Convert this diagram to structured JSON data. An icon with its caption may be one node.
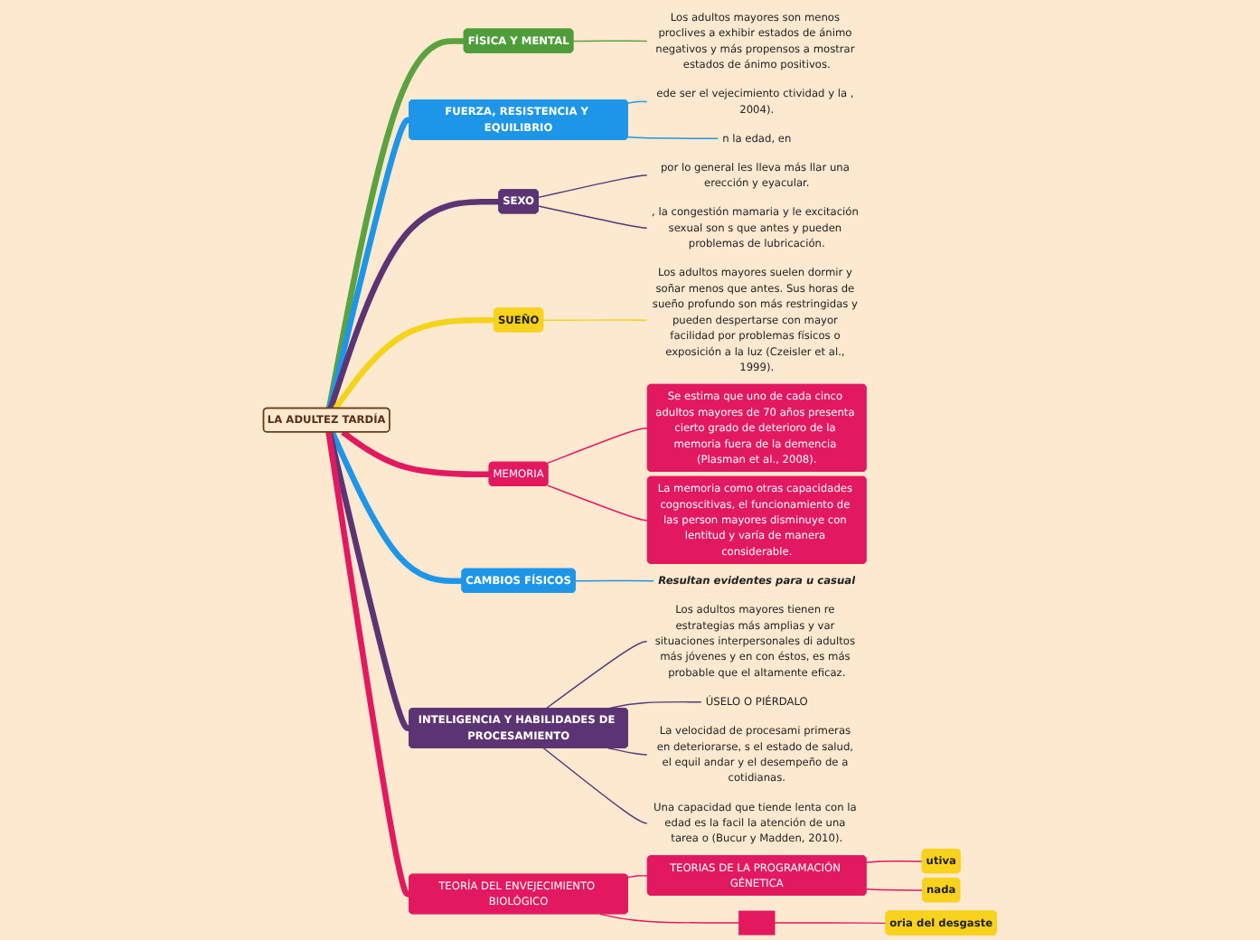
{
  "diagram": {
    "nodes": [
      {
        "text": [
          "LA ADULTEZ TARDÍA"
        ]
      },
      {
        "text": [
          "FÍSICA Y MENTAL"
        ]
      },
      {
        "text": [
          "Los adultos mayores son menos proclives a exhibir estados de ánimo negativos y más propensos a mostrar estados de ánimo positivos."
        ]
      },
      {
        "text": [
          "FUERZA, RESISTENCIA Y EQUILIBRIO"
        ]
      },
      {
        "text": [
          "ede ser el vejecimiento ctividad y la , 2004)."
        ]
      },
      {
        "text": [
          "n la edad, en"
        ]
      },
      {
        "text": [
          "SEXO"
        ]
      },
      {
        "text": [
          "por lo general les lleva más llar una erección y eyacular."
        ]
      },
      {
        "text": [
          ", la congestión mamaria y le excitación sexual son s que antes y pueden problemas de lubricación."
        ]
      },
      {
        "text": [
          "SUEÑO"
        ]
      },
      {
        "text": [
          "Los adultos mayores suelen dormir y soñar menos que antes. Sus horas de sueño profundo son más restringidas y pueden despertarse con mayor facilidad por problemas físicos o exposición a la luz (Czeisler et al., 1999)."
        ]
      },
      {
        "text": [
          "MEMORIA"
        ]
      },
      {
        "text": [
          "Se estima que uno de cada cinco adultos mayores de 70 años presenta cierto grado de deterioro de la memoria fuera de la demencia (Plasman et al., 2008)."
        ]
      },
      {
        "text": [
          "La memoria como otras capacidades cognoscitivas, el funcionamiento de las person mayores disminuye con lentitud y varía de manera considerable."
        ]
      },
      {
        "text": [
          "CAMBIOS FÍSICOS"
        ]
      },
      {
        "text": [
          "Resultan evidentes para u casual"
        ]
      },
      {
        "text": [
          "INTELIGENCIA Y HABILIDADES DE PROCESAMIENTO"
        ]
      },
      {
        "text": [
          "Los adultos mayores tienen re estrategias más amplias y var situaciones interpersonales di adultos más jóvenes y en con éstos, es más probable que el altamente eficaz."
        ]
      },
      {
        "text": [
          "ÚSELO O PIÉRDALO"
        ]
      },
      {
        "text": [
          "La velocidad de procesami primeras en deteriorarse, s el estado de salud, el equil andar y el desempeño de a cotidianas."
        ]
      },
      {
        "text": [
          "Una capacidad que tiende lenta con la edad es la facil la atención de una tarea o (Bucur y Madden, 2010)."
        ]
      },
      {
        "text": [
          "TEORÍA DEL ENVEJECIMIENTO BIOLÓGICO"
        ]
      },
      {
        "text": [
          "TEORIAS DE LA PROGRAMACIÓN GÉNETICA"
        ]
      },
      {
        "text": [
          "utiva"
        ]
      },
      {
        "text": [
          "nada"
        ]
      },
      {
        "text": [],
        "shape": "box"
      },
      {
        "text": [
          "oria del desgaste"
        ]
      }
    ],
    "edges": [
      {
        "from": 0,
        "to": 1,
        "arrow": "none",
        "style": "thick",
        "color": "#5aa33f"
      },
      {
        "from": 1,
        "to": 2,
        "arrow": "none",
        "color": "#5aa33f"
      },
      {
        "from": 0,
        "to": 3,
        "arrow": "none",
        "style": "thick",
        "color": "#1e96e8"
      },
      {
        "from": 3,
        "to": 4,
        "arrow": "none",
        "color": "#1e96e8"
      },
      {
        "from": 3,
        "to": 5,
        "arrow": "none",
        "color": "#1e96e8"
      },
      {
        "from": 0,
        "to": 6,
        "arrow": "none",
        "style": "thick",
        "color": "#5c3474"
      },
      {
        "from": 6,
        "to": 7,
        "arrow": "none",
        "color": "#5c3474"
      },
      {
        "from": 6,
        "to": 8,
        "arrow": "none",
        "color": "#5c3474"
      },
      {
        "from": 0,
        "to": 9,
        "arrow": "none",
        "style": "thick",
        "color": "#f5d31a"
      },
      {
        "from": 9,
        "to": 10,
        "arrow": "none",
        "color": "#f5d31a"
      },
      {
        "from": 0,
        "to": 11,
        "arrow": "none",
        "style": "thick"
      },
      {
        "from": 11,
        "to": 12,
        "arrow": "none"
      },
      {
        "from": 11,
        "to": 13,
        "arrow": "none"
      },
      {
        "from": 0,
        "to": 14,
        "arrow": "none",
        "style": "thick",
        "color": "#1e96e8"
      },
      {
        "from": 14,
        "to": 15,
        "arrow": "none",
        "color": "#1e96e8"
      },
      {
        "from": 0,
        "to": 16,
        "arrow": "none",
        "style": "thick",
        "color": "#5c3474"
      },
      {
        "from": 16,
        "to": 17,
        "arrow": "none",
        "color": "#5c3474"
      },
      {
        "from": 16,
        "to": 18,
        "arrow": "none",
        "color": "#5c3474"
      },
      {
        "from": 16,
        "to": 19,
        "arrow": "none",
        "color": "#5c3474"
      },
      {
        "from": 16,
        "to": 20,
        "arrow": "none",
        "color": "#5c3474"
      },
      {
        "from": 0,
        "to": 21,
        "arrow": "none",
        "style": "thick"
      },
      {
        "from": 21,
        "to": 22,
        "arrow": "none"
      },
      {
        "from": 22,
        "to": 23,
        "arrow": "none"
      },
      {
        "from": 22,
        "to": 24,
        "arrow": "none"
      },
      {
        "from": 21,
        "to": 25,
        "arrow": "none"
      },
      {
        "from": 25,
        "to": 26,
        "arrow": "none"
      }
    ]
  }
}
